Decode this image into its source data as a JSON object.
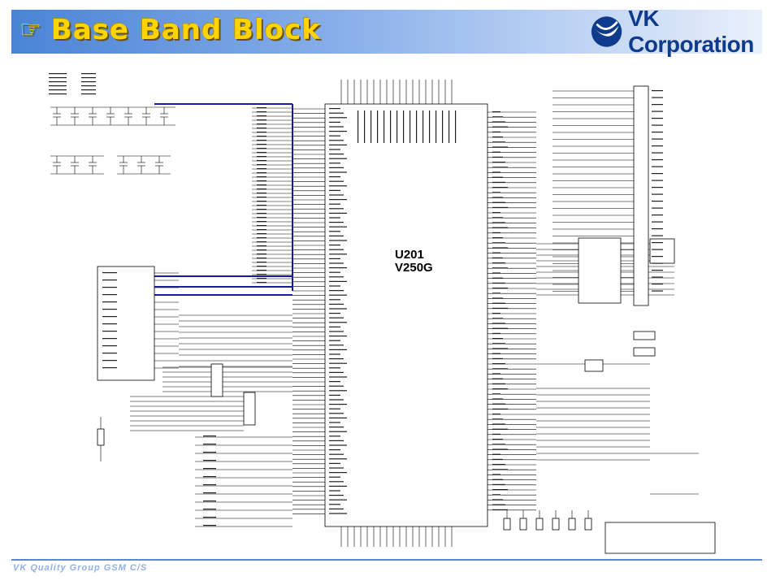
{
  "slide": {
    "title": "Base Band Block",
    "title_icon": "pointing-hand-icon",
    "logo_text": "VK Corporation",
    "footer": "VK Quality Group GSM C/S"
  },
  "colors": {
    "header_start": "#4a83d6",
    "header_end": "#e9f0fb",
    "title": "#ffd400",
    "logo": "#0f3b8c",
    "bus_line": "#1a1aa0",
    "wire": "#000000"
  },
  "schematic": {
    "chip_ref": "U201",
    "chip_part": "V250G"
  }
}
